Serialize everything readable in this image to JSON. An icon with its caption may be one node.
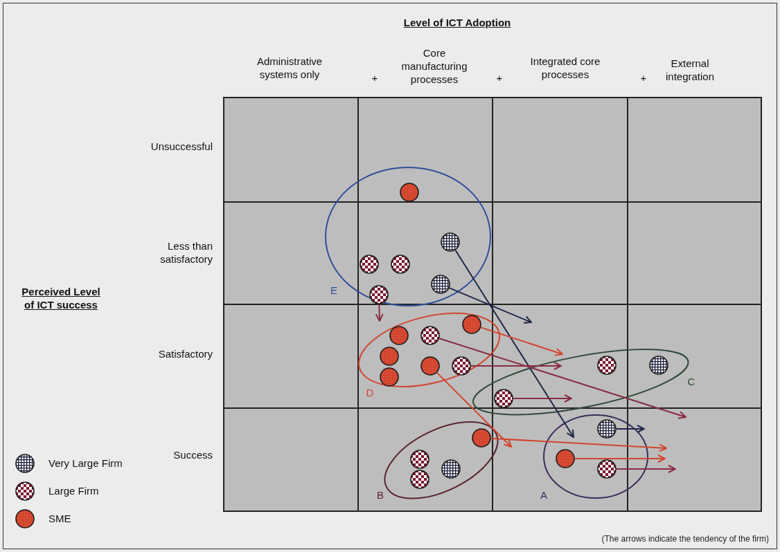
{
  "diagram": {
    "title": "Level of ICT Adoption",
    "caption": "(The arrows indicate the tendency of the firm)",
    "nodes": [
      {
        "text": [
          "E"
        ]
      },
      {
        "text": [
          "D"
        ]
      },
      {
        "text": [
          "C"
        ]
      },
      {
        "text": [
          "B"
        ]
      },
      {
        "text": [
          "A"
        ]
      },
      {
        "text": [],
        "shape": "circle",
        "in": 0
      },
      {
        "text": [],
        "shape": "grid-circle",
        "in": 0
      },
      {
        "text": [],
        "shape": "checkered-circle",
        "in": 0
      },
      {
        "text": [],
        "shape": "checkered-circle",
        "in": 0
      },
      {
        "text": [],
        "shape": "checkered-circle",
        "in": 0
      },
      {
        "text": [],
        "shape": "grid-circle",
        "in": 0
      },
      {
        "text": [],
        "shape": "circle",
        "in": 1
      },
      {
        "text": [],
        "shape": "checkered-circle",
        "in": 1
      },
      {
        "text": [],
        "shape": "circle",
        "in": 1
      },
      {
        "text": [],
        "shape": "circle",
        "in": 1
      },
      {
        "text": [],
        "shape": "circle",
        "in": 1
      },
      {
        "text": [],
        "shape": "circle",
        "in": 1
      },
      {
        "text": [],
        "shape": "checkered-circle",
        "in": 1
      },
      {
        "text": [],
        "shape": "checkered-circle",
        "in": 2
      },
      {
        "text": [],
        "shape": "checkered-circle",
        "in": 2
      },
      {
        "text": [],
        "shape": "grid-circle",
        "in": 2
      },
      {
        "text": [],
        "shape": "circle",
        "in": 3
      },
      {
        "text": [],
        "shape": "checkered-circle",
        "in": 3
      },
      {
        "text": [],
        "shape": "checkered-circle",
        "in": 3
      },
      {
        "text": [],
        "shape": "grid-circle",
        "in": 3
      },
      {
        "text": [],
        "shape": "grid-circle",
        "in": 4
      },
      {
        "text": [],
        "shape": "circle",
        "in": 4
      },
      {
        "text": [],
        "shape": "checkered-circle",
        "in": 4
      }
    ],
    "edges": [
      {
        "from": 9,
        "to": 1,
        "arrow": "to"
      },
      {
        "from": 6,
        "to": 4,
        "arrow": "to",
        "color": "#1f2747"
      },
      {
        "from": 10,
        "to": null,
        "arrow": "to",
        "color": "#1f2747"
      },
      {
        "from": 11,
        "to": 2,
        "arrow": "to",
        "color": "#d2452e"
      },
      {
        "from": 12,
        "to": null,
        "arrow": "to"
      },
      {
        "from": 17,
        "to": 2,
        "arrow": "to"
      },
      {
        "from": 18,
        "to": 2,
        "arrow": "to"
      },
      {
        "from": 16,
        "to": 3,
        "arrow": "to",
        "color": "#d2452e"
      },
      {
        "from": 21,
        "to": 4,
        "arrow": "to",
        "color": "#d2452e"
      },
      {
        "from": 25,
        "to": 4,
        "arrow": "to",
        "color": "#1f2747"
      },
      {
        "from": 26,
        "to": 4,
        "arrow": "to",
        "color": "#d2452e"
      },
      {
        "from": 27,
        "to": null,
        "arrow": "to"
      }
    ],
    "labels": [
      "Administrative systems only",
      "+",
      "Core manufacturing processes",
      "+",
      "Integrated core processes",
      "+",
      "External integration",
      "Unsuccessful",
      "Less than satisfactory",
      "Perceived Level of ICT success",
      "Satisfactory",
      "Success"
    ],
    "legend": [
      {
        "text": "Very Large Firm"
      },
      {
        "text": "Large Firm"
      },
      {
        "text": "SME"
      }
    ]
  }
}
